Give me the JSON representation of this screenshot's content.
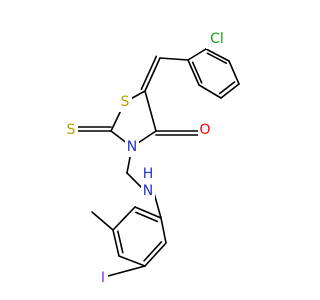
{
  "colors": {
    "bond": "#000000",
    "carbon": "#000000",
    "sulfur": "#b3a100",
    "oxygen": "#ff0000",
    "nitrogen": "#2233cc",
    "chlorine": "#18a018",
    "iodine": "#8a2be2",
    "background": "#ffffff"
  },
  "atoms": {
    "cl": {
      "symbol": "Cl",
      "element": "chlorine"
    },
    "s_ring": {
      "symbol": "S",
      "element": "sulfur"
    },
    "s_thione": {
      "symbol": "S",
      "element": "sulfur"
    },
    "n_ring": {
      "symbol": "N",
      "element": "nitrogen"
    },
    "o_carbonyl": {
      "symbol": "O",
      "element": "oxygen"
    },
    "nh_amine": {
      "symbol": "H",
      "symbol_n": "N",
      "element": "nitrogen"
    },
    "iodo": {
      "symbol": "I",
      "element": "iodine"
    }
  }
}
